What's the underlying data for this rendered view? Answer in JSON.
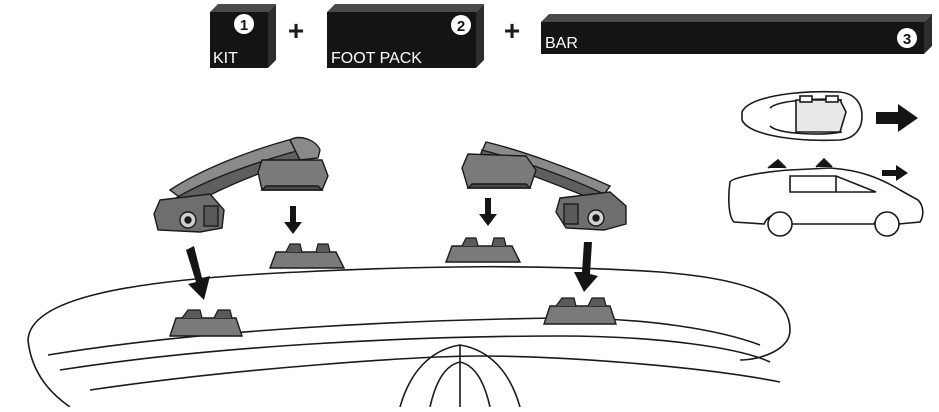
{
  "header": {
    "kit": {
      "number": "1",
      "label": "KIT"
    },
    "foot_pack": {
      "number": "2",
      "label": "FOOT PACK"
    },
    "bar": {
      "number": "3",
      "label": "BAR"
    },
    "plus_sign": "+"
  },
  "icons": {
    "direction_arrow": "right-arrow-icon",
    "vehicle": "car-icon"
  },
  "colors": {
    "ink": "#1a1a1a",
    "block": "#141414",
    "part_shade": "#7a7a7a",
    "paper": "#ffffff"
  }
}
